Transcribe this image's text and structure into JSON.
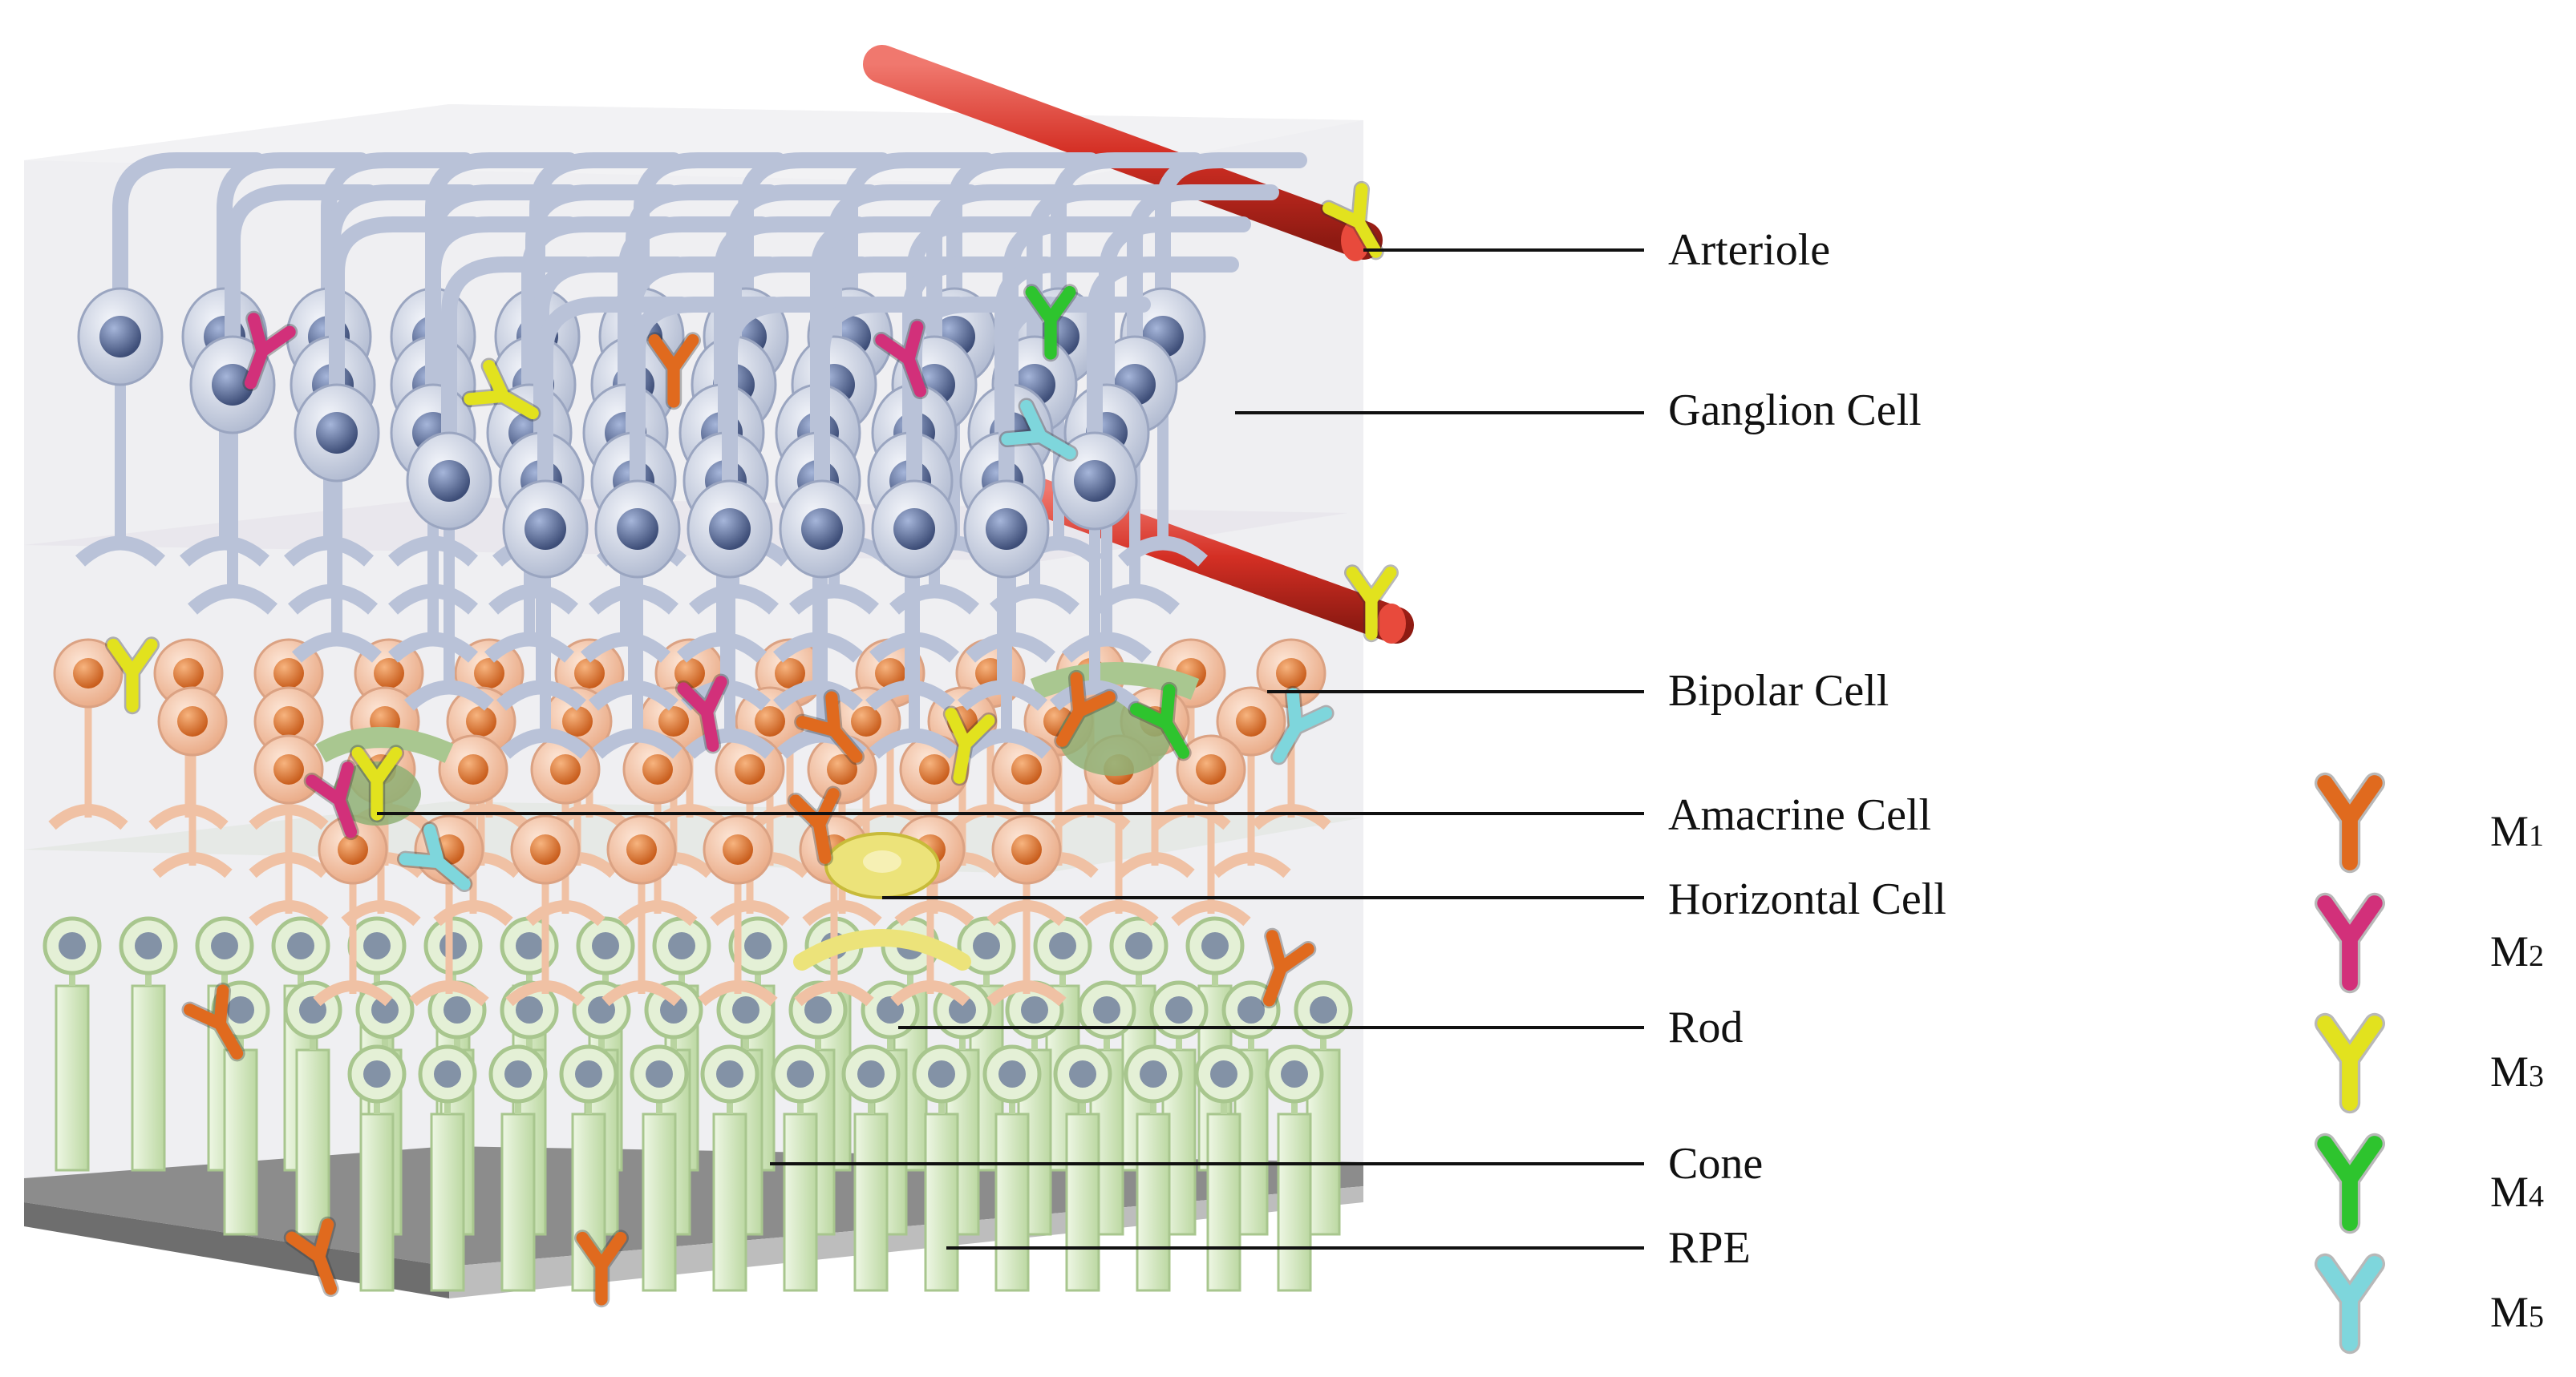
{
  "labels": {
    "arteriole": "Arteriole",
    "ganglion": "Ganglion Cell",
    "bipolar": "Bipolar Cell",
    "amacrine": "Amacrine Cell",
    "horizontal": "Horizontal Cell",
    "rod": "Rod",
    "cone": "Cone",
    "rpe": "RPE"
  },
  "legend": [
    {
      "label": "M",
      "sub": "1",
      "color": "#e06a1e"
    },
    {
      "label": "M",
      "sub": "2",
      "color": "#d2307a"
    },
    {
      "label": "M",
      "sub": "3",
      "color": "#e2e21e"
    },
    {
      "label": "M",
      "sub": "4",
      "color": "#2ec42e"
    },
    {
      "label": "M",
      "sub": "5",
      "color": "#7ed6dc"
    }
  ],
  "colors": {
    "ganglion_body": "#c9d0e0",
    "ganglion_nucleus": "#5a6a92",
    "bipolar_body": "#f5c4a6",
    "bipolar_nucleus": "#e27f3c",
    "photoreceptor": "#d9ecc4",
    "arteriole": "#d42f24",
    "rpe": "#8c8c8c",
    "horizontal_cell": "#ece37a",
    "amacrine_cell": "#8fb075"
  },
  "icons": [
    "receptor-y-icon",
    "ganglion-cell-icon",
    "bipolar-cell-icon",
    "rod-icon",
    "cone-icon",
    "arteriole-icon"
  ]
}
